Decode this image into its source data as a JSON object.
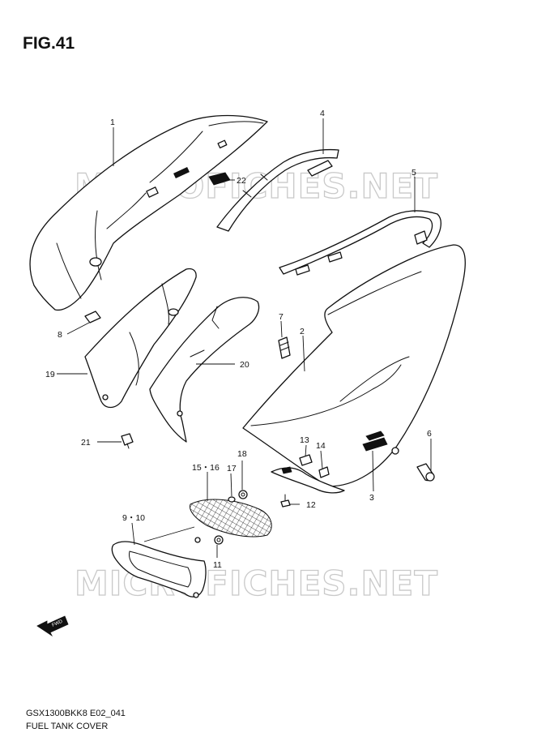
{
  "figure": {
    "title": "FIG.41"
  },
  "watermarks": [
    "MICROFICHES.NET",
    "MICROFICHES.NET"
  ],
  "callouts": {
    "p1": "1",
    "p2": "2",
    "p3": "3",
    "p4": "4",
    "p5": "5",
    "p6": "6",
    "p7": "7",
    "p8": "8",
    "p9_10": "9・10",
    "p11": "11",
    "p12": "12",
    "p13": "13",
    "p14": "14",
    "p15_16": "15・16",
    "p17": "17",
    "p18": "18",
    "p19": "19",
    "p20": "20",
    "p21": "21",
    "p22": "22"
  },
  "fwd_label": "FWD",
  "footer": {
    "code": "GSX1300BKK8 E02_041",
    "name": "FUEL TANK COVER"
  }
}
